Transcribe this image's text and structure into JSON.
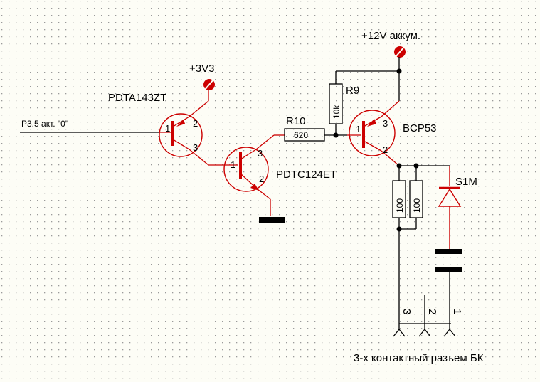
{
  "nets": {
    "supply_3v3": "+3V3",
    "supply_12v": "+12V аккум.",
    "input": "P3.5 акт. \"0\""
  },
  "parts": {
    "q1": {
      "ref": "PDTA143ZT",
      "pins": [
        "1",
        "2",
        "3"
      ]
    },
    "q2": {
      "ref": "PDTC124ET",
      "pins": [
        "1",
        "2",
        "3"
      ]
    },
    "q3": {
      "ref": "BCP53",
      "pins": [
        "1",
        "2",
        "3"
      ]
    },
    "r10": {
      "ref": "R10",
      "value": "620"
    },
    "r9": {
      "ref": "R9",
      "value": "10k"
    },
    "ra": {
      "value": "100"
    },
    "rb": {
      "value": "100"
    },
    "d1": {
      "ref": "S1M"
    }
  },
  "connector": {
    "caption": "3-х контактный разъем БК",
    "pins": [
      "3",
      "2",
      "1"
    ]
  },
  "colors": {
    "wire": "#000000",
    "component": "#cc0000",
    "grid_dot": "#9a9a9a",
    "background": "#fdfdf6"
  }
}
